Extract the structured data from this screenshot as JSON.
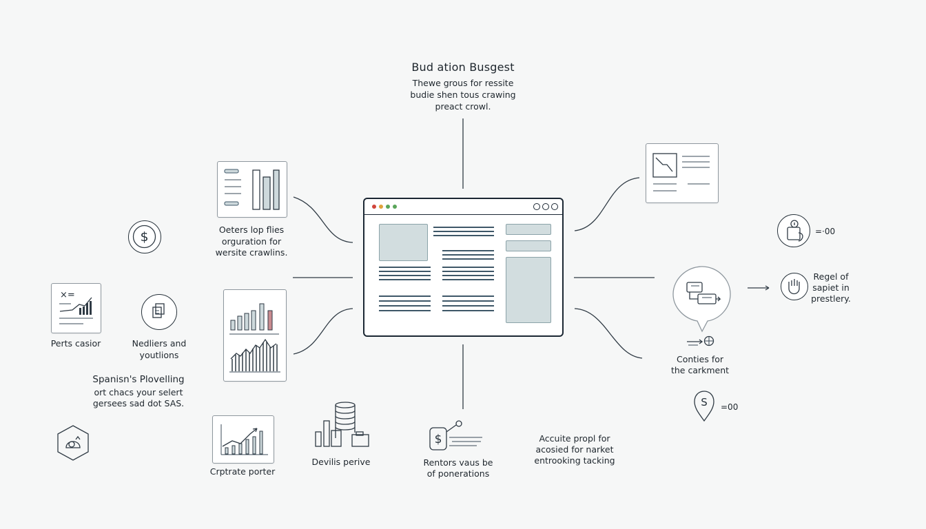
{
  "title": {
    "heading": "Bud ation Busgest",
    "line1": "Thewe grous for ressite",
    "line2": "budie shen tous crawing",
    "line3": "preact crowl."
  },
  "labels": {
    "top_left_1": "Oeters lop flies",
    "top_left_2": "orguration for",
    "top_left_3": "wersite crawlins.",
    "perts_casior": "Perts casior",
    "nedliers_1": "Nedliers and",
    "nedliers_2": "youtlions",
    "spanish_heading": "Spanisn's Plovelling",
    "spanish_1": "ort chacs your selert",
    "spanish_2": "gersees sad dot SAS.",
    "crptrate": "Crptrate porter",
    "devills": "Devilis perive",
    "rentors_1": "Rentors vaus be",
    "rentors_2": "of ponerations",
    "accuite_1": "Accuite propl for",
    "accuite_2": "acosied for narket",
    "accuite_3": "entrooking tacking",
    "conties_1": "Conties for",
    "conties_2": "the carkment",
    "regel_1": "Regel of",
    "regel_2": "sapiet in",
    "regel_3": "prestlery.",
    "value_top": "=·00",
    "value_bottom": "=00"
  },
  "icons": [
    "dollar-coin-icon",
    "bar-list-card-icon",
    "formula-chart-icon",
    "documents-icon",
    "bar-line-chart-card-icon",
    "trend-chart-icon",
    "coin-stack-bars-icon",
    "dollar-bag-icon",
    "document-card-icon",
    "lock-user-icon",
    "shield-icon",
    "speech-bubble-icon",
    "arrow-globe-icon",
    "location-pin-icon",
    "hex-pot-icon",
    "browser-window-icon"
  ],
  "colors": {
    "background": "#f6f7f7",
    "stroke": "#1b2733",
    "block_fill": "#d2dddf",
    "dot_red": "#d0453b",
    "dot_orange": "#e0a23a",
    "dot_green": "#5aa55a",
    "accent_red_bar": "#c98b8f"
  }
}
